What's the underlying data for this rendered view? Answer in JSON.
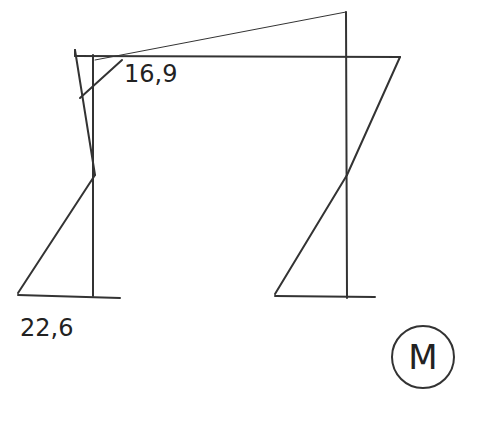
{
  "diagram": {
    "nodes": [
      {
        "text": [
          "M"
        ]
      }
    ],
    "labels": [
      "16,9",
      "22,6"
    ]
  }
}
